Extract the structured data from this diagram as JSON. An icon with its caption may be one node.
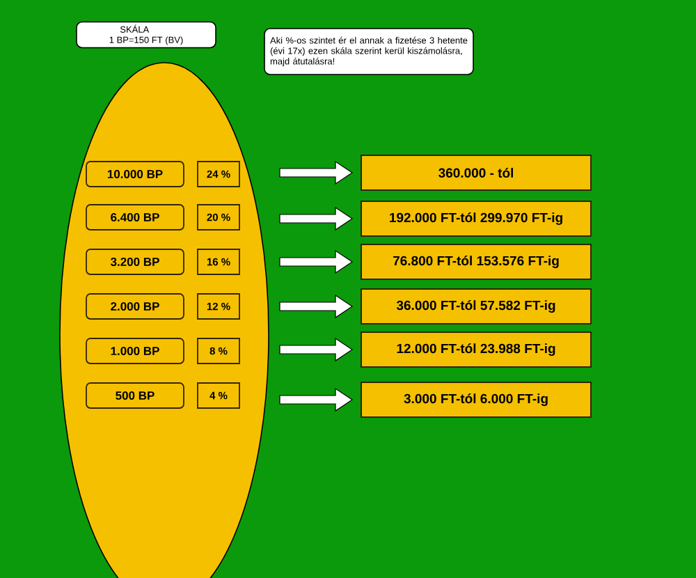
{
  "diagram": {
    "nodes": [
      {
        "text": [
          "SKÁLA",
          "1 BP=150 FT (BV)"
        ]
      },
      {
        "text": [
          "Aki %-os szintet ér el annak a fizetése 3 hetente (évi 17x) ezen skála szerint kerül kiszámolásra, majd átutalásra!"
        ]
      },
      {
        "text": [],
        "shape": "ellipse"
      },
      {
        "text": [
          "10.000 BP"
        ],
        "in": 2
      },
      {
        "text": [
          "24 %"
        ],
        "in": 2
      },
      {
        "text": [
          "6.400 BP"
        ],
        "in": 2
      },
      {
        "text": [
          "20 %"
        ],
        "in": 2
      },
      {
        "text": [
          "3.200 BP"
        ],
        "in": 2
      },
      {
        "text": [
          "16 %"
        ],
        "in": 2
      },
      {
        "text": [
          "2.000 BP"
        ],
        "in": 2
      },
      {
        "text": [
          "12 %"
        ],
        "in": 2
      },
      {
        "text": [
          "1.000 BP"
        ],
        "in": 2
      },
      {
        "text": [
          "8 %"
        ],
        "in": 2
      },
      {
        "text": [
          "500 BP"
        ],
        "in": 2
      },
      {
        "text": [
          "4 %"
        ],
        "in": 2
      },
      {
        "text": [
          "360.000 - tól"
        ]
      },
      {
        "text": [
          "192.000 FT-tól 299.970 FT-ig"
        ]
      },
      {
        "text": [
          "76.800 FT-tól 153.576 FT-ig"
        ]
      },
      {
        "text": [
          "36.000 FT-tól 57.582 FT-ig"
        ]
      },
      {
        "text": [
          "12.000 FT-tól 23.988 FT-ig"
        ]
      },
      {
        "text": [
          "3.000 FT-tól 6.000 FT-ig"
        ]
      }
    ],
    "edges": [
      {
        "from": null,
        "to": 15,
        "arrow": "to"
      },
      {
        "from": null,
        "to": 16,
        "arrow": "to"
      },
      {
        "from": null,
        "to": 17,
        "arrow": "to"
      },
      {
        "from": null,
        "to": 18,
        "arrow": "to"
      },
      {
        "from": null,
        "to": 19,
        "arrow": "to"
      },
      {
        "from": null,
        "to": 20,
        "arrow": "to"
      }
    ]
  }
}
